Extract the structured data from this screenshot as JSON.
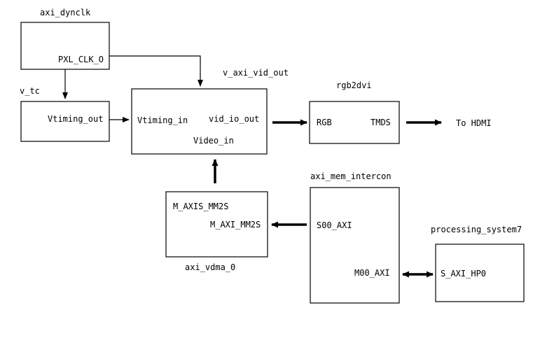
{
  "blocks": {
    "axi_dynclk": {
      "title": "axi_dynclk",
      "ports": [
        "PXL_CLK_O"
      ]
    },
    "v_tc": {
      "title": "v_tc",
      "ports": [
        "Vtiming_out"
      ]
    },
    "v_axi_vid_out": {
      "title": "v_axi_vid_out",
      "ports": [
        "Vtiming_in",
        "vid_io_out",
        "Video_in"
      ]
    },
    "rgb2dvi": {
      "title": "rgb2dvi",
      "ports": [
        "RGB",
        "TMDS"
      ]
    },
    "axi_vdma_0": {
      "title": "axi_vdma_0",
      "ports": [
        "M_AXIS_MM2S",
        "M_AXI_MM2S"
      ]
    },
    "axi_mem_intercon": {
      "title": "axi_mem_intercon",
      "ports": [
        "S00_AXI",
        "M00_AXI"
      ]
    },
    "processing_system7": {
      "title": "processing_system7",
      "ports": [
        "S_AXI_HP0"
      ]
    }
  },
  "output_label": "To HDMI"
}
